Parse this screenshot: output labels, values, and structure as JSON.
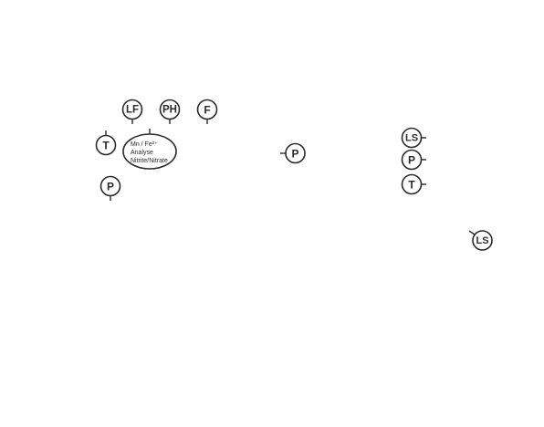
{
  "colors": {
    "stroke": "#2a2a2a",
    "background": "#ffffff"
  },
  "symbols": {
    "lf": "LF",
    "ph": "PH",
    "f": "F",
    "t_left": "T",
    "p_left": "P",
    "p_middle": "P",
    "ls_right": "LS",
    "p_right": "P",
    "t_right": "T",
    "ls_lower": "LS"
  },
  "analyser": {
    "line1": "Mn / Fe²⁺",
    "line2": "Analyse",
    "line3": "Nitrite/Nitrate"
  }
}
